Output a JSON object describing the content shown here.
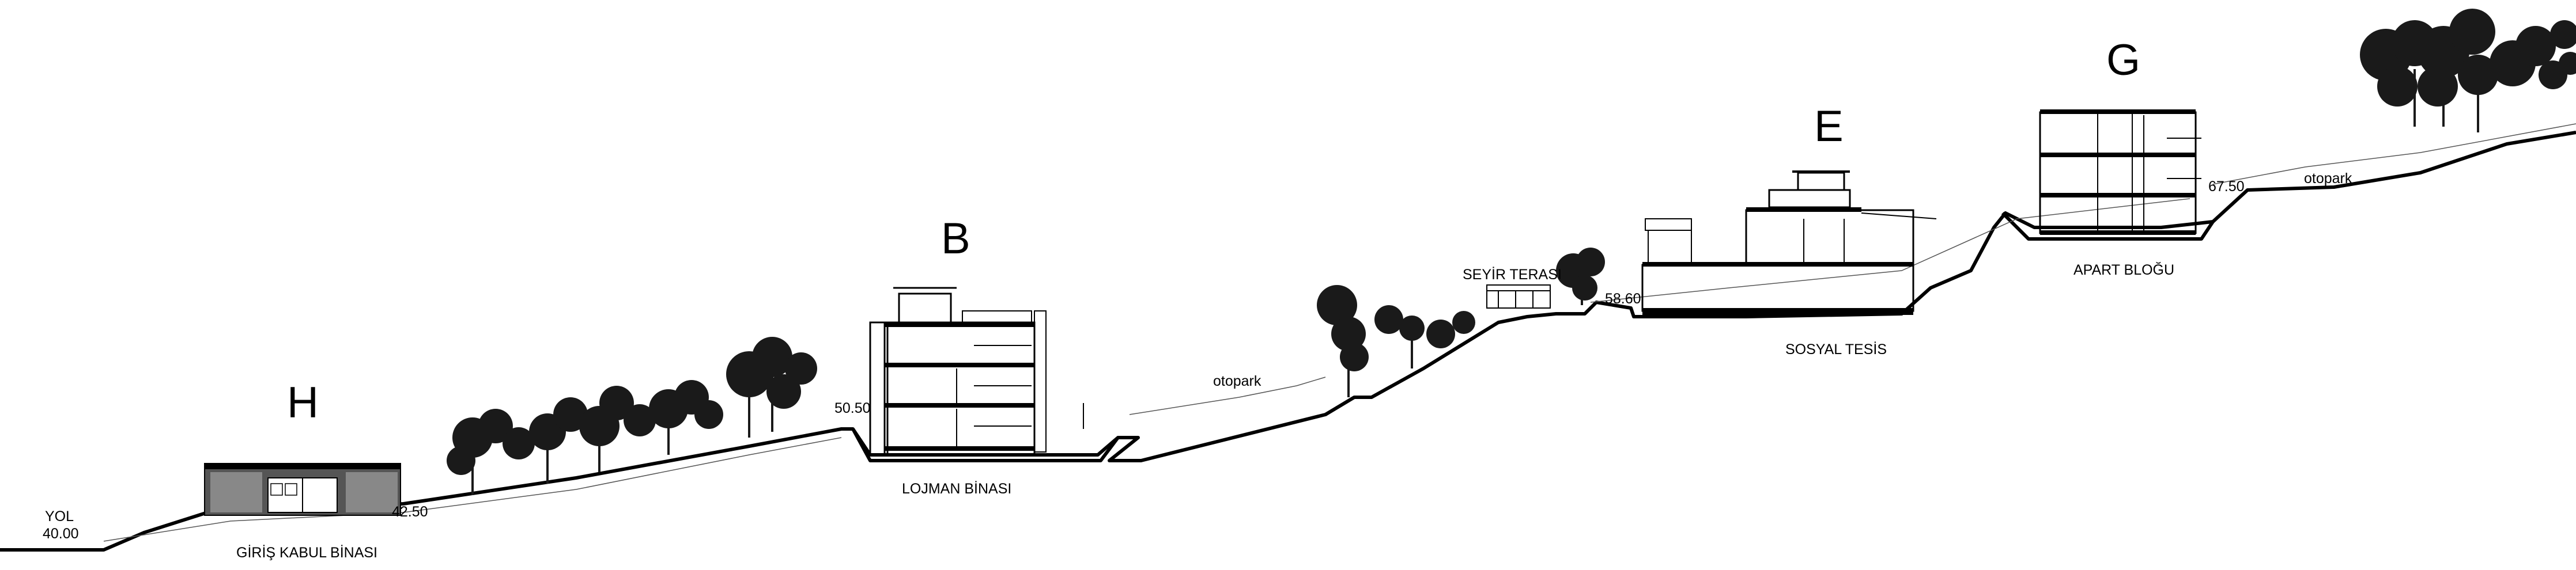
{
  "labels": {
    "road": "YOL",
    "road_elevation": "40.00",
    "entrance_elevation": "42.50",
    "building_h_letter": "H",
    "building_h_name": "GİRİŞ KABUL BİNASI",
    "building_b_letter": "B",
    "building_b_name": "LOJMAN BİNASI",
    "building_b_elevation": "50.50",
    "parking_1": "otopark",
    "terrace_name": "SEYİR TERASI",
    "building_e_elevation": "58.60",
    "building_e_letter": "E",
    "building_e_name": "SOSYAL TESİS",
    "building_g_letter": "G",
    "building_g_name": "APART BLOĞU",
    "building_g_elevation": "67.50",
    "parking_2": "otopark"
  },
  "colors": {
    "line": "#000000",
    "background": "#ffffff",
    "foliage": "#1a1a1a"
  }
}
